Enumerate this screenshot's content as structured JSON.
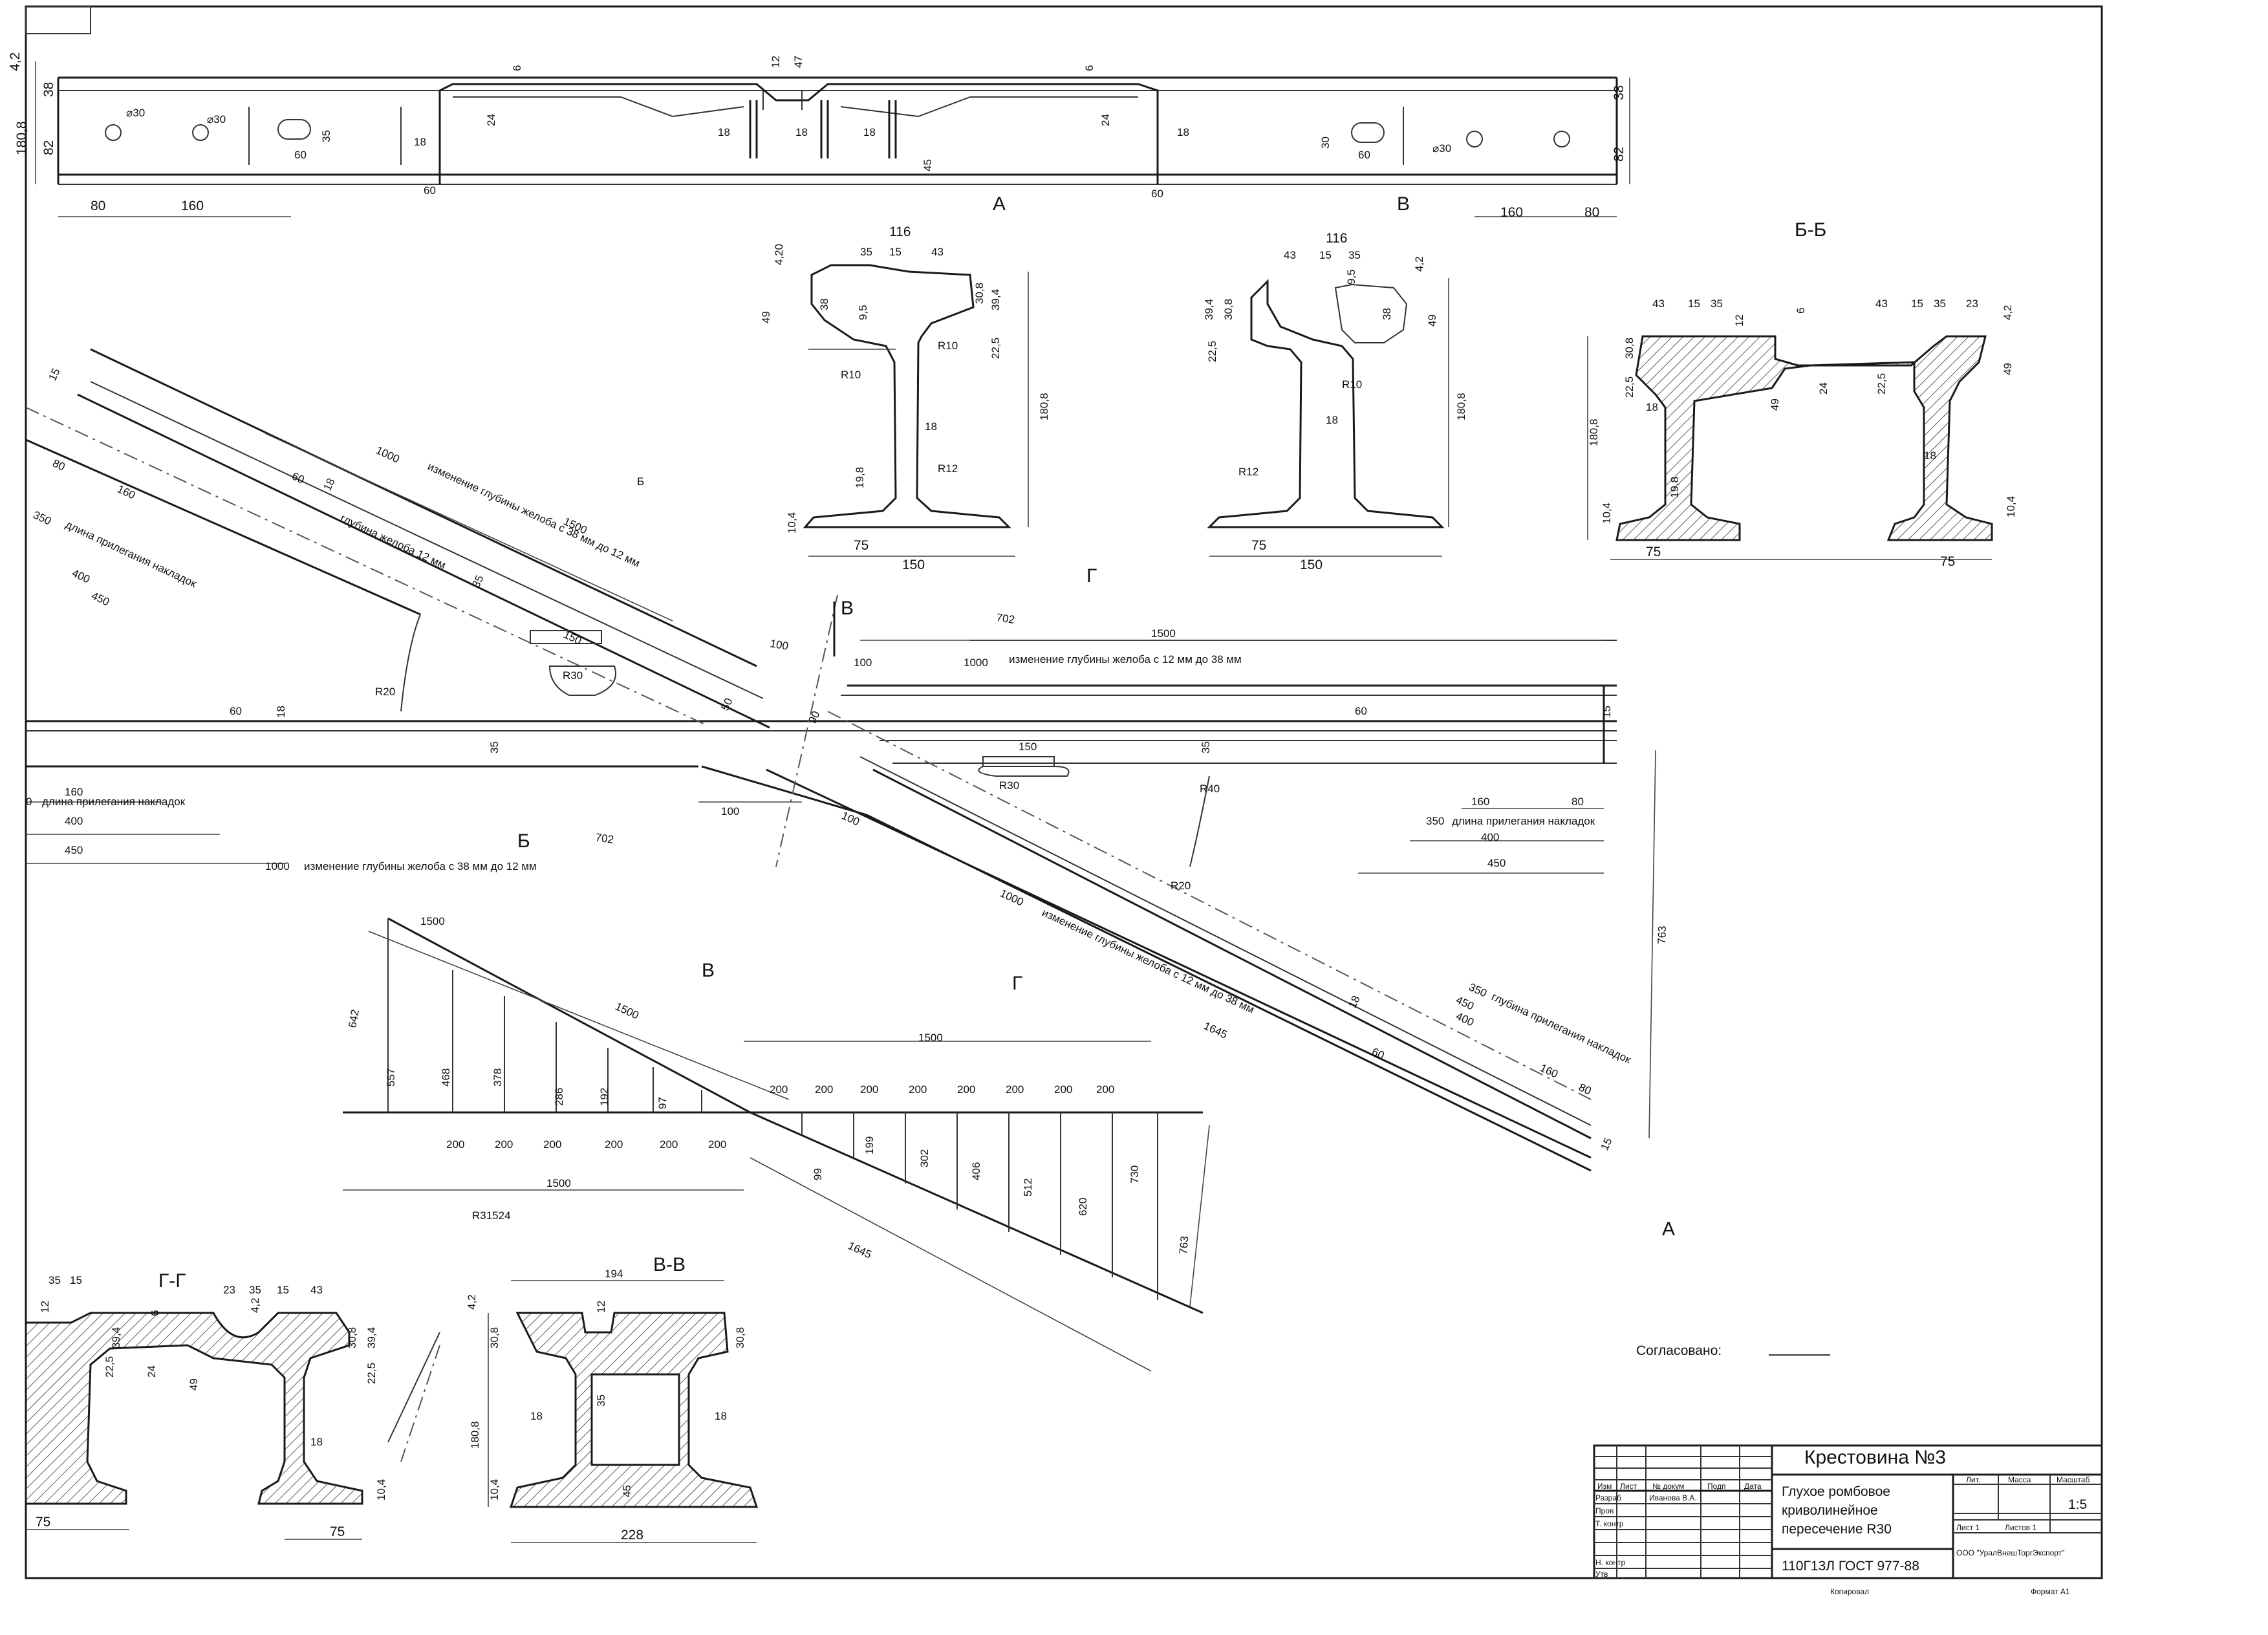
{
  "views": {
    "sec_A": "А",
    "sec_V": "В",
    "sec_BB": "Б-Б",
    "sec_GG": "Г-Г",
    "sec_VV": "В-В",
    "mark_B": "Б",
    "mark_G": "Г"
  },
  "top_strip_dims": {
    "left_h1": "4,2",
    "left_h2": "38",
    "left_h3": "180,8",
    "left_h4": "82",
    "d30a": "⌀30",
    "d30b": "⌀30",
    "w60": "60",
    "h35": "35",
    "w18a": "18",
    "w60b": "60",
    "w80": "80",
    "w160": "160",
    "v6a": "6",
    "v24a": "24",
    "v12": "12",
    "v47": "47",
    "v18b": "18",
    "v18c": "18",
    "v18d": "18",
    "v45": "45",
    "v6b": "6",
    "v24b": "24",
    "v18e": "18",
    "v60c": "60",
    "v30": "30",
    "v60d": "60",
    "v38r": "38",
    "v82r": "82",
    "v160r": "160",
    "v80r": "80",
    "d30c": "⌀30"
  },
  "profile1_dims": {
    "w116": "116",
    "w35": "35",
    "w15": "15",
    "w43": "43",
    "h4_20": "4,20",
    "h38": "38",
    "h49": "49",
    "h9_5": "9,5",
    "h30_8": "30,8",
    "h39_4": "39,4",
    "h22_5": "22,5",
    "r10a": "R10",
    "r10b": "R10",
    "h180_8": "180,8",
    "w18": "18",
    "r12": "R12",
    "h19_8": "19,8",
    "h10_4": "10,4",
    "w75": "75",
    "w150": "150"
  },
  "profile2_dims": {
    "w116": "116",
    "w43": "43",
    "w15": "15",
    "w35": "35",
    "h4_2": "4,2",
    "h9_5": "9,5",
    "h38": "38",
    "h39_4": "39,4",
    "h30_8": "30,8",
    "h49": "49",
    "h22_5": "22,5",
    "r10": "R10",
    "h180_8": "180,8",
    "w18": "18",
    "r12": "R12",
    "w75": "75",
    "w150": "150"
  },
  "bb_dims": {
    "w43a": "43",
    "w15a": "15",
    "w35a": "35",
    "v12": "12",
    "v6": "6",
    "w43b": "43",
    "w15b": "15",
    "w35b": "35",
    "w23": "23",
    "h4_2": "4,2",
    "h30_8": "30,8",
    "h22_5a": "22,5",
    "h49a": "49",
    "h24": "24",
    "h22_5b": "22,5",
    "h49b": "49",
    "w18a": "18",
    "h180_8": "180,8",
    "h19_8": "19,8",
    "w18b": "18",
    "h10_4a": "10,4",
    "h10_4b": "10,4",
    "w75a": "75",
    "w75b": "75"
  },
  "gg_dims": {
    "w35": "35",
    "w15a": "15",
    "h12": "12",
    "w23": "23",
    "w35b": "35",
    "w15b": "15",
    "w43": "43",
    "h39_4a": "39,4",
    "v6": "6",
    "h4_2": "4,2",
    "h30_8": "30,8",
    "h39_4b": "39,4",
    "h22_5a": "22,5",
    "h24": "24",
    "h49": "49",
    "h22_5b": "22,5",
    "w18": "18",
    "h10_4": "10,4",
    "w75a": "75",
    "w75b": "75"
  },
  "vv_dims": {
    "w194": "194",
    "h4_2": "4,2",
    "h12": "12",
    "h30_8a": "30,8",
    "h30_8b": "30,8",
    "w18a": "18",
    "h35": "35",
    "w18b": "18",
    "h180_8": "180,8",
    "h45": "45",
    "h10_4": "10,4",
    "w228": "228"
  },
  "plan_annotations": {
    "a1000_top": "1000",
    "txt_top1": "изменение глубины желоба с 38 мм до 12 мм",
    "a1500_top": "1500",
    "txt_top2": "глубина желоба 12 мм",
    "a15": "15",
    "a80": "80",
    "a160": "160",
    "a350": "350",
    "txt_len1": "длина прилегания накладок",
    "a400": "400",
    "a450": "450",
    "a60": "60",
    "a18": "18",
    "a35": "35",
    "a150": "150",
    "r30a": "R30",
    "r20a": "R20",
    "a702a": "702",
    "a1500b": "1500",
    "a100a": "100",
    "a1000b": "1000",
    "txt_mid": "изменение глубины желоба с 12 мм до 38 мм",
    "a100b": "100",
    "a50": "50",
    "a90": "90",
    "a60b": "60",
    "a15b": "15",
    "a35b": "35",
    "a150b": "150",
    "r30b": "R30",
    "r40": "R40",
    "a160b": "160",
    "a80b": "80",
    "a350b": "350",
    "txt_len2": "длина прилегания накладок",
    "a400b": "400",
    "a450b": "450",
    "a60c": "60",
    "a18b": "18",
    "a160c": "160",
    "a0": "0",
    "txt_len3": "длина прилегания накладок",
    "a400c": "400",
    "a450c": "450",
    "a1000c": "1000",
    "txt_bot": "изменение глубины желоба с 38 мм до 12 мм",
    "a702b": "702",
    "a100c": "100",
    "a100d": "100",
    "a35c": "35",
    "r20b": "R20",
    "a1000d": "1000",
    "txt_diag": "изменение глубины желоба с 12 мм до 38 мм",
    "a1645a": "1645",
    "a450d": "450",
    "a400d": "400",
    "a350c": "350",
    "txt_len4": "глубина прилегания накладок",
    "a160d": "160",
    "a80c": "80",
    "a18c": "18",
    "a60d": "60",
    "a15c": "15",
    "a763a": "763"
  },
  "curve_table": {
    "a1500": "1500",
    "a642": "642",
    "a1500b": "1500",
    "a557": "557",
    "a468": "468",
    "a378": "378",
    "a286": "286",
    "a192": "192",
    "a97": "97",
    "left_steps": [
      "200",
      "200",
      "200",
      "200",
      "200",
      "200"
    ],
    "a1500c": "1500",
    "r31524": "R31524",
    "a1500d": "1500",
    "right_steps": [
      "200",
      "200",
      "200",
      "200",
      "200",
      "200",
      "200",
      "200"
    ],
    "v99": "99",
    "v199": "199",
    "v302": "302",
    "v406": "406",
    "v512": "512",
    "v620": "620",
    "v730": "730",
    "v763": "763",
    "a1645": "1645"
  },
  "approval": {
    "label": "Согласовано:"
  },
  "title_block": {
    "name": "Крестовина №3",
    "desc1": "Глухое ромбовое",
    "desc2": "криволинейное",
    "desc3": "пересечение R30",
    "code": "110Г13Л ГОСТ 977-88",
    "col_izm": "Изм",
    "col_list": "Лист",
    "col_ndoc": "№ докум",
    "col_podp": "Подп",
    "col_data": "Дата",
    "row_razrab": "Разраб",
    "razrab_name": "Иванова В.А.",
    "row_prov": "Пров",
    "row_tkontr": "Т. контр",
    "row_nkontr": "Н. контр",
    "row_utv": "Утв",
    "lit": "Лит.",
    "massa": "Масса",
    "masshtab": "Масштаб",
    "scale": "1:5",
    "sheet": "Лист 1",
    "sheets": "Листов 1",
    "org": "ООО \"УралВнешТоргЭкспорт\"",
    "kopiroval": "Копировал",
    "format": "Формат А1"
  }
}
